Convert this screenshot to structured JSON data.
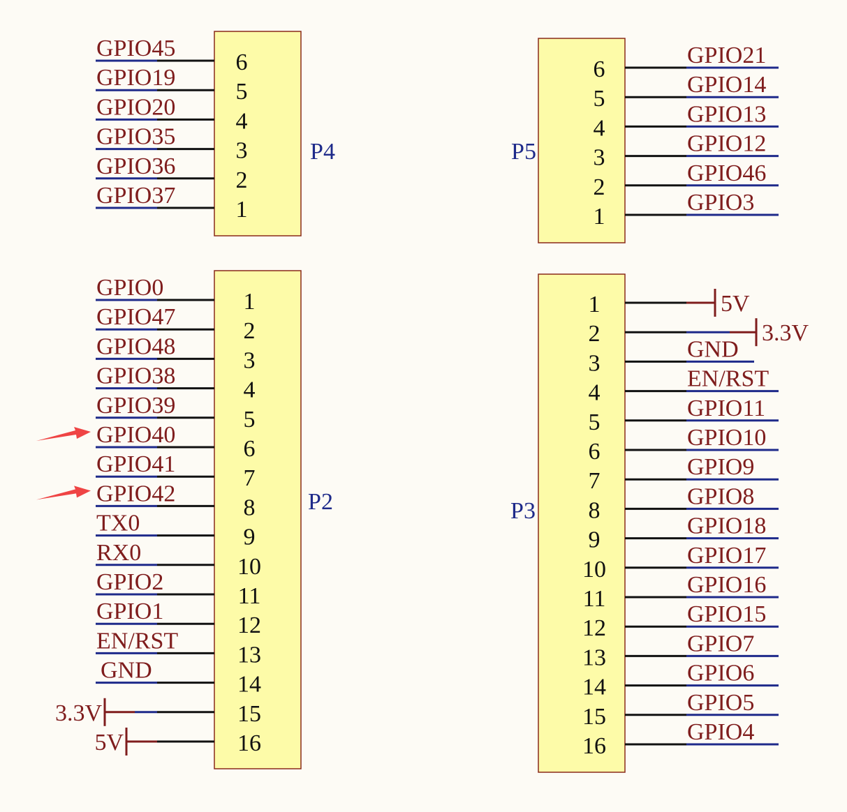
{
  "colors": {
    "background": "#fdfbf5",
    "body_fill": "#fdfba8",
    "body_stroke": "#8a2a1a",
    "wire_black": "#111111",
    "wire_blue": "#1e2a8a",
    "net_label": "#7f1d1d",
    "designator": "#1e2a8a",
    "power_symbol": "#7f1d1d",
    "arrow": "#ef4444"
  },
  "connectors": [
    {
      "id": "P4",
      "designator": "P4",
      "side": "left",
      "pins": [
        {
          "num": "6",
          "net": "GPIO45"
        },
        {
          "num": "5",
          "net": "GPIO19"
        },
        {
          "num": "4",
          "net": "GPIO20"
        },
        {
          "num": "3",
          "net": "GPIO35"
        },
        {
          "num": "2",
          "net": "GPIO36"
        },
        {
          "num": "1",
          "net": "GPIO37"
        }
      ]
    },
    {
      "id": "P5",
      "designator": "P5",
      "side": "right",
      "pins": [
        {
          "num": "6",
          "net": "GPIO21"
        },
        {
          "num": "5",
          "net": "GPIO14"
        },
        {
          "num": "4",
          "net": "GPIO13"
        },
        {
          "num": "3",
          "net": "GPIO12"
        },
        {
          "num": "2",
          "net": "GPIO46"
        },
        {
          "num": "1",
          "net": "GPIO3"
        }
      ]
    },
    {
      "id": "P2",
      "designator": "P2",
      "side": "left",
      "pins": [
        {
          "num": "1",
          "net": "GPIO0"
        },
        {
          "num": "2",
          "net": "GPIO47"
        },
        {
          "num": "3",
          "net": "GPIO48"
        },
        {
          "num": "4",
          "net": "GPIO38"
        },
        {
          "num": "5",
          "net": "GPIO39"
        },
        {
          "num": "6",
          "net": "GPIO40",
          "arrow": true
        },
        {
          "num": "7",
          "net": "GPIO41"
        },
        {
          "num": "8",
          "net": "GPIO42",
          "arrow": true
        },
        {
          "num": "9",
          "net": "TX0"
        },
        {
          "num": "10",
          "net": "RX0"
        },
        {
          "num": "11",
          "net": "GPIO2"
        },
        {
          "num": "12",
          "net": "GPIO1"
        },
        {
          "num": "13",
          "net": "EN/RST"
        },
        {
          "num": "14",
          "net": "GND"
        },
        {
          "num": "15",
          "power": "3.3V"
        },
        {
          "num": "16",
          "power": "5V"
        }
      ]
    },
    {
      "id": "P3",
      "designator": "P3",
      "side": "right",
      "pins": [
        {
          "num": "1",
          "power": "5V"
        },
        {
          "num": "2",
          "power": "3.3V"
        },
        {
          "num": "3",
          "net": "GND"
        },
        {
          "num": "4",
          "net": "EN/RST"
        },
        {
          "num": "5",
          "net": "GPIO11"
        },
        {
          "num": "6",
          "net": "GPIO10"
        },
        {
          "num": "7",
          "net": "GPIO9"
        },
        {
          "num": "8",
          "net": "GPIO8"
        },
        {
          "num": "9",
          "net": "GPIO18"
        },
        {
          "num": "10",
          "net": "GPIO17"
        },
        {
          "num": "11",
          "net": "GPIO16"
        },
        {
          "num": "12",
          "net": "GPIO15"
        },
        {
          "num": "13",
          "net": "GPIO7"
        },
        {
          "num": "14",
          "net": "GPIO6"
        },
        {
          "num": "15",
          "net": "GPIO5"
        },
        {
          "num": "16",
          "net": "GPIO4"
        }
      ]
    }
  ]
}
